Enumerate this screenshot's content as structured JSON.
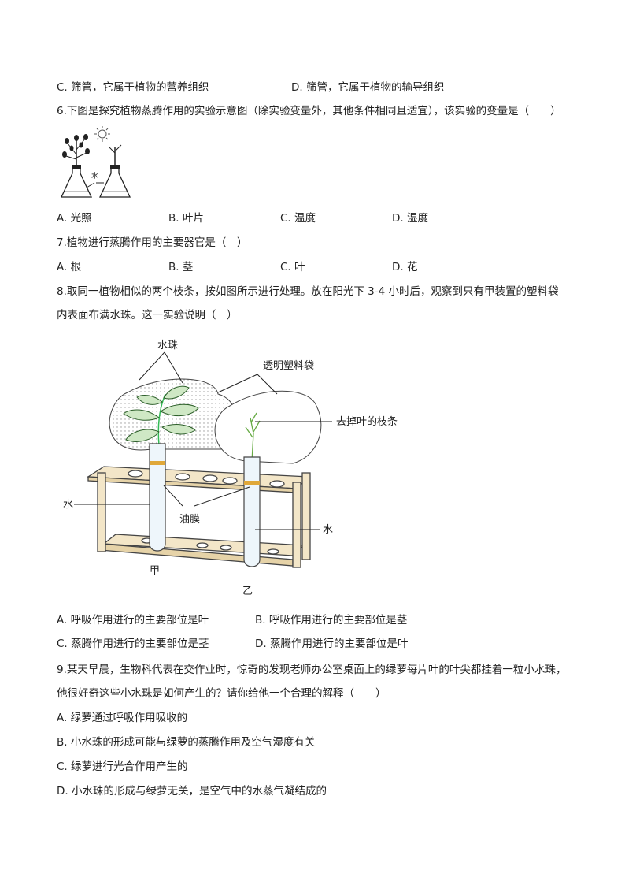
{
  "q5": {
    "option_c": "C. 筛管，它属于植物的营养组织",
    "option_d": "D. 筛管，它属于植物的输导组织"
  },
  "q6": {
    "stem": "6.下图是探究植物蒸腾作用的实验示意图（除实验变量外，其他条件相同且适宜），该实验的变量是（　　）",
    "figure_label": "水",
    "options": [
      "A. 光照",
      "B. 叶片",
      "C. 温度",
      "D. 湿度"
    ]
  },
  "q7": {
    "stem": "7.植物进行蒸腾作用的主要器官是（　）",
    "options": [
      "A. 根",
      "B. 茎",
      "C. 叶",
      "D. 花"
    ]
  },
  "q8": {
    "stem_line1": "8.取同一植物相似的两个枝条，按如图所示进行处理。放在阳光下 3-4 小时后，观察到只有甲装置的塑料袋",
    "stem_line2": "内表面布满水珠。这一实验说明（　）",
    "figure": {
      "label_water_drops": "水珠",
      "label_bag": "透明塑料袋",
      "label_branch": "去掉叶的枝条",
      "label_water_left": "水",
      "label_oil": "油膜",
      "label_water_right": "水",
      "label_jia": "甲",
      "label_yi": "乙"
    },
    "options": [
      "A. 呼吸作用进行的主要部位是叶",
      "B. 呼吸作用进行的主要部位是茎",
      "C. 蒸腾作用进行的主要部位是茎",
      "D. 蒸腾作用进行的主要部位是叶"
    ]
  },
  "q9": {
    "stem_line1": "9.某天早晨，生物科代表在交作业时，惊奇的发现老师办公室桌面上的绿萝每片叶的叶尖都挂着一粒小水珠，",
    "stem_line2": "他很好奇这些小水珠是如何产生的？请你给他一个合理的解释（　　）",
    "options": [
      "A. 绿萝通过呼吸作用吸收的",
      "B. 小水珠的形成可能与绿萝的蒸腾作用及空气湿度有关",
      "C. 绿萝进行光合作用产生的",
      "D. 小水珠的形成与绿萝无关，是空气中的水蒸气凝结成的"
    ]
  }
}
